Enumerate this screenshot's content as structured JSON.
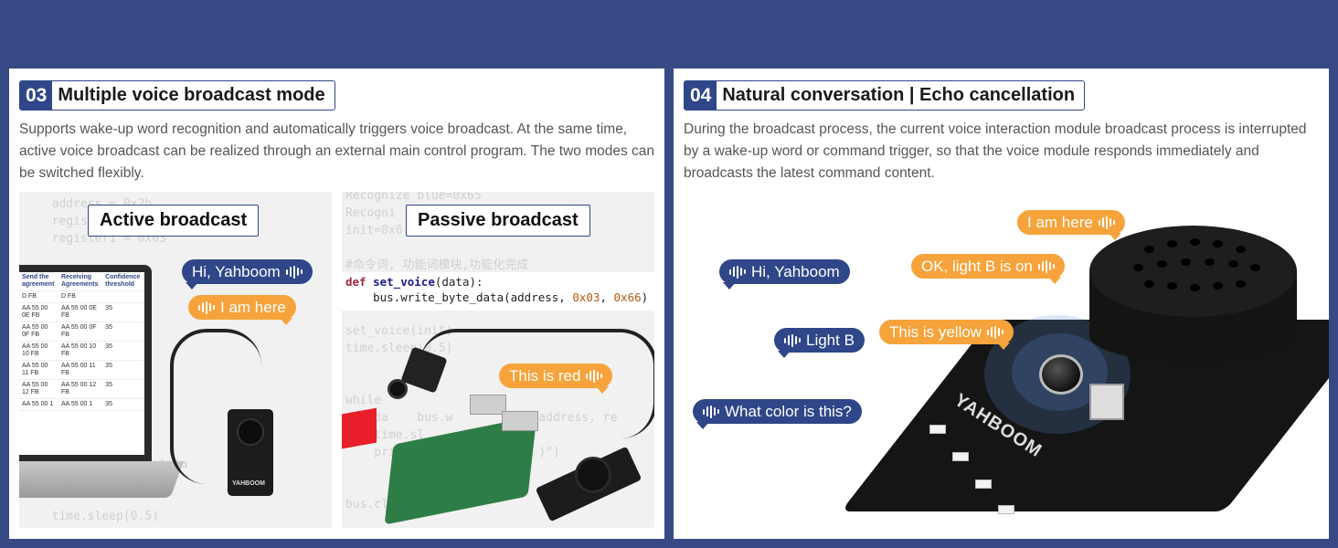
{
  "left": {
    "number": "03",
    "title": "Multiple voice broadcast mode",
    "description": "Supports wake-up word recognition and automatically triggers voice broadcast. At the same time, active voice broadcast can be realized through an external main control program. The two modes can be switched flexibly.",
    "active_label": "Active broadcast",
    "passive_label": "Passive broadcast",
    "bubble_hi": "Hi, Yahboom",
    "bubble_here": "I am here",
    "bubble_red": "This is red",
    "laptop_headers": [
      "Send the agreement",
      "Receiving Agreements",
      "Confidence threshold"
    ],
    "laptop_rows": [
      [
        "D FB",
        "D FB",
        ""
      ],
      [
        "AA 55 00 0E FB",
        "AA 55 00 0E FB",
        "35"
      ],
      [
        "AA 55 00 0F FB",
        "AA 55 00 0F FB",
        "35"
      ],
      [
        "AA 55 00 10 FB",
        "AA 55 00 10 FB",
        "35"
      ],
      [
        "AA 55 00 11 FB",
        "AA 55 00 11 FB",
        "35"
      ],
      [
        "AA 55 00 12 FB",
        "AA 55 00 12 FB",
        "35"
      ],
      [
        "AA 55 00 1",
        "AA 55 00 1",
        "35"
      ]
    ],
    "device_brand": "YAHBOOM",
    "code_left": "  address = 0x2b\n  register = 0x2b\n  register1 = 0x03\n\n\n\n        = 0x62\n        w=0x63\n        =0x64\n        0x65\n        66\n\n\n\n\n            te_data(a      0x03,\n\n\n  time.sleep(0.5)",
    "code_right": "Recognize_blue=0x65\nRecogni    mode=0x66\ninit=0x6\n\n#命令词, 功能词模块,功能化完成",
    "code_def": "def",
    "code_fn": "set_voice",
    "code_args": "(data):",
    "code_line2": "    bus.write_byte_data(address, ",
    "code_hex1": "0x03",
    "code_sep": ", ",
    "code_hex2": "0x66",
    "code_end": ")",
    "code_right_lower": "set_voice(init)\ntime.sleep(0.5)\n\n\nwhile\n    da    bus.w         ta(address, re\n    time.sl\n    prin                   )\")\n\n\nbus.close()"
  },
  "right": {
    "number": "04",
    "title": "Natural conversation | Echo cancellation",
    "description": "During the broadcast process, the current voice interaction module broadcast process is interrupted by a wake-up word or command trigger, so that the voice module responds immediately and broadcasts the latest command content.",
    "bubble_here": "I am here",
    "bubble_hi": "Hi, Yahboom",
    "bubble_ok": "OK, light B is on",
    "bubble_light": "Light B",
    "bubble_yellow": "This is yellow",
    "bubble_color": "What color is this?",
    "pcb_brand": "YAHBOOM"
  },
  "colors": {
    "background": "#374a85",
    "navy": "#2f4688",
    "orange": "#f6a33b"
  }
}
